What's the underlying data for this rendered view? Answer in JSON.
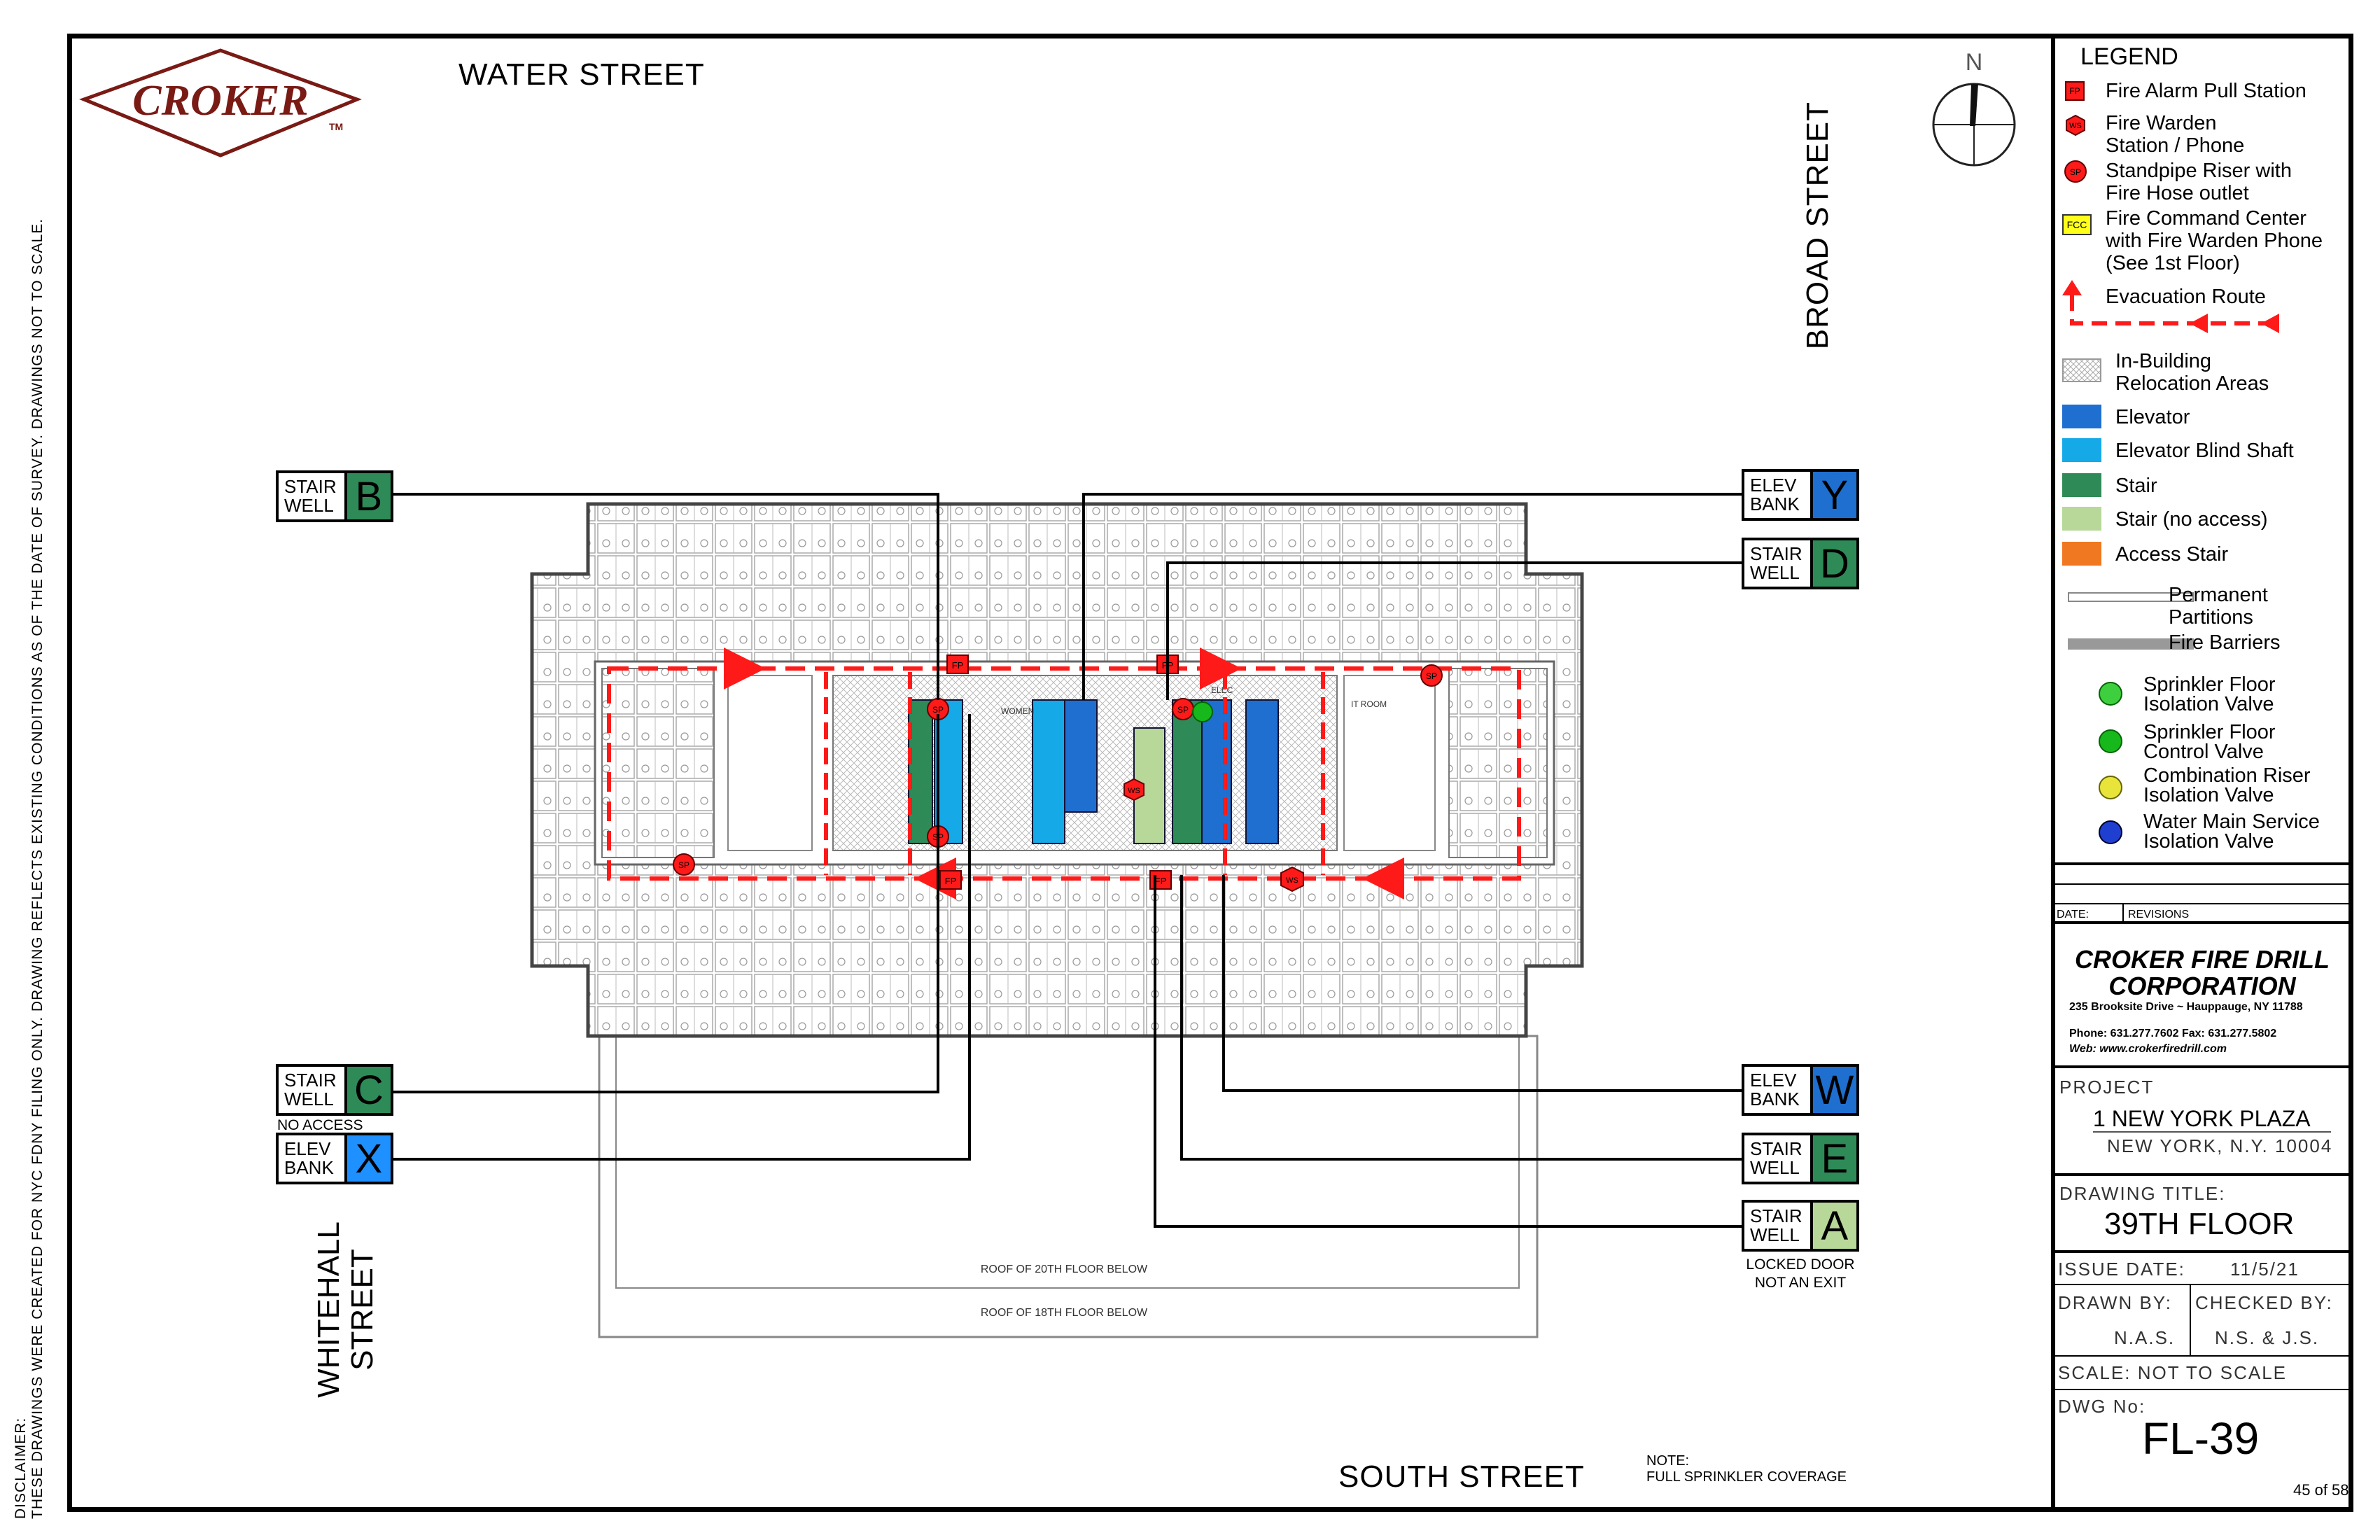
{
  "streets": {
    "water": "WATER STREET",
    "broad": "BROAD STREET",
    "south": "SOUTH STREET",
    "whitehall_1": "WHITEHALL",
    "whitehall_2": "STREET"
  },
  "logo": {
    "text": "CROKER",
    "tm": "TM"
  },
  "compass": {
    "label": "N"
  },
  "disclaimer": {
    "line1": "DISCLAIMER:",
    "line2": "THESE DRAWINGS WERE CREATED FOR NYC FDNY FILING ONLY. DRAWING REFLECTS EXISTING CONDITIONS AS OF THE DATE OF SURVEY. DRAWINGS NOT TO SCALE."
  },
  "tags": {
    "stair_b": {
      "line1": "STAIR",
      "line2": "WELL",
      "letter": "B",
      "color": "#2e8b57"
    },
    "stair_c": {
      "line1": "STAIR",
      "line2": "WELL",
      "letter": "C",
      "color": "#2e8b57",
      "note": "NO ACCESS"
    },
    "elev_x": {
      "line1": "ELEV",
      "line2": "BANK",
      "letter": "X",
      "color": "#1e90ff"
    },
    "elev_y": {
      "line1": "ELEV",
      "line2": "BANK",
      "letter": "Y",
      "color": "#1e6fd0"
    },
    "stair_d": {
      "line1": "STAIR",
      "line2": "WELL",
      "letter": "D",
      "color": "#2e8b57"
    },
    "elev_w": {
      "line1": "ELEV",
      "line2": "BANK",
      "letter": "W",
      "color": "#1e6fd0"
    },
    "stair_e": {
      "line1": "STAIR",
      "line2": "WELL",
      "letter": "E",
      "color": "#2e8b57"
    },
    "stair_a": {
      "line1": "STAIR",
      "line2": "WELL",
      "letter": "A",
      "color": "#b8d89a",
      "note1": "LOCKED DOOR",
      "note2": "NOT AN EXIT"
    }
  },
  "plan_labels": {
    "roof20": "ROOF OF 20TH FLOOR BELOW",
    "roof18": "ROOF OF 18TH FLOOR BELOW",
    "fp": "FP",
    "sp": "SP",
    "ws": "WS",
    "women": "WOMEN",
    "elec": "ELEC",
    "it_room": "IT ROOM"
  },
  "note": {
    "line1": "NOTE:",
    "line2": "FULL SPRINKLER COVERAGE"
  },
  "legend": {
    "title": "LEGEND",
    "items": [
      {
        "label": "Fire Alarm Pull Station",
        "symbol": "FP"
      },
      {
        "label": "Fire Warden",
        "label2": "Station / Phone",
        "symbol": "WS"
      },
      {
        "label": "Standpipe Riser with",
        "label2": "Fire Hose outlet",
        "symbol": "SP"
      },
      {
        "label": "Fire Command Center",
        "label2": "with Fire Warden Phone",
        "label3": "(See 1st Floor)",
        "symbol": "FCC"
      },
      {
        "label": "Evacuation  Route"
      },
      {
        "label": "In-Building",
        "label2": "Relocation Areas"
      },
      {
        "label": "Elevator",
        "color": "#1e6fd0"
      },
      {
        "label": "Elevator Blind Shaft",
        "color": "#16a9e8"
      },
      {
        "label": "Stair",
        "color": "#2e8b57"
      },
      {
        "label": "Stair (no access)",
        "color": "#b8d89a"
      },
      {
        "label": "Access Stair",
        "color": "#f07820"
      },
      {
        "label": "Permanent",
        "label2": "Partitions"
      },
      {
        "label": "Fire Barriers"
      },
      {
        "label": "Sprinkler Floor",
        "label2": "Isolation Valve",
        "color": "#3ecf3e"
      },
      {
        "label": "Sprinkler Floor",
        "label2": "Control Valve",
        "color": "#17b81c"
      },
      {
        "label": "Combination Riser",
        "label2": "Isolation Valve",
        "color": "#e8e43a"
      },
      {
        "label": "Water Main Service",
        "label2": "Isolation Valve",
        "color": "#1f3fd0"
      }
    ]
  },
  "title_block": {
    "date_label": "DATE:",
    "revisions_label": "REVISIONS",
    "company1": "CROKER FIRE DRILL",
    "company2": "CORPORATION",
    "address": "235 Brooksite Drive ~ Hauppauge, NY 11788",
    "phone": "Phone: 631.277.7602  Fax: 631.277.5802",
    "web": "Web: www.crokerfiredrill.com",
    "project_label": "PROJECT",
    "project_name": "1 NEW YORK PLAZA",
    "project_city": "NEW YORK, N.Y. 10004",
    "drawing_title_label": "DRAWING TITLE:",
    "drawing_title": "39TH FLOOR",
    "issue_label": "ISSUE DATE:",
    "issue_date": "11/5/21",
    "drawn_label": "DRAWN BY:",
    "drawn": "N.A.S.",
    "checked_label": "CHECKED BY:",
    "checked": "N.S. & J.S.",
    "scale": "SCALE: NOT TO SCALE",
    "dwg_label": "DWG No:",
    "dwg_no": "FL-39",
    "page": "45 of 58"
  }
}
